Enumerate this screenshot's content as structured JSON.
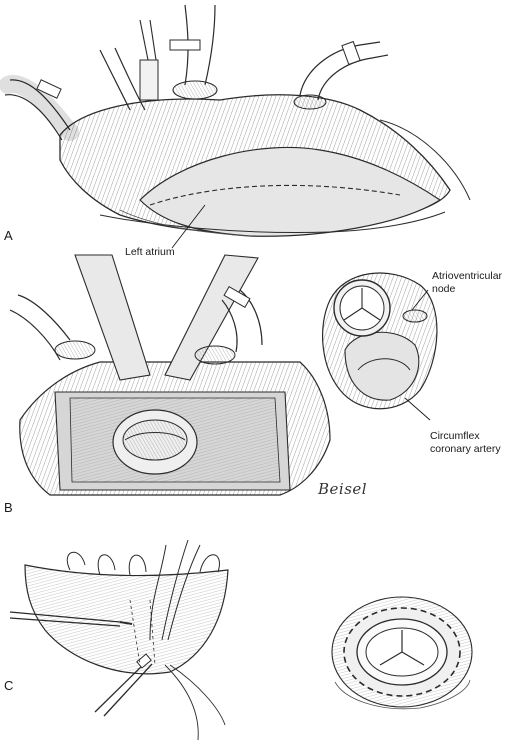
{
  "panels": [
    {
      "letter": "A",
      "labels": [
        "Left atrium"
      ]
    },
    {
      "letter": "B",
      "labels": [
        "Atrioventricular",
        "node",
        "Circumflex",
        "coronary artery"
      ]
    },
    {
      "letter": "C",
      "labels": []
    }
  ],
  "signature": "Beisel",
  "colors": {
    "line": "#2b2b2b",
    "shade": "#bdbdbd",
    "light": "#e4e4e4",
    "tissue": "#d2d2d2"
  }
}
